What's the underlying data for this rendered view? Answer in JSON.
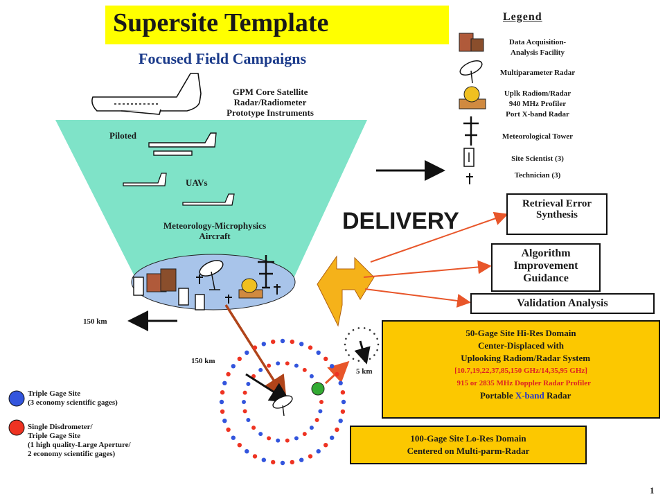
{
  "title": "Supersite Template",
  "subtitle": "Focused Field Campaigns",
  "satellite_label": [
    "GPM Core Satellite",
    "Radar/Radiometer",
    "Prototype Instruments"
  ],
  "piloted_label": "Piloted",
  "uavs_label": "UAVs",
  "met_label": [
    "Meteorology-Microphysics",
    "Aircraft"
  ],
  "legend": {
    "heading": "Legend",
    "items": [
      {
        "icon": "building-icon",
        "text": [
          "Data Acquisition-",
          "Analysis Facility"
        ]
      },
      {
        "icon": "radar-dish-icon",
        "text": [
          "Multiparameter Radar"
        ]
      },
      {
        "icon": "radiometer-icon",
        "text": [
          "Uplk Radiom/Radar",
          "940 MHz Profiler",
          "Port X-band Radar"
        ]
      },
      {
        "icon": "tower-icon",
        "text": [
          "Meteorological Tower"
        ]
      },
      {
        "icon": "scientist-icon",
        "text": [
          "Site Scientist (3)"
        ]
      },
      {
        "icon": "technician-icon",
        "text": [
          "Technician (3)"
        ]
      }
    ]
  },
  "delivery": "DELIVERY",
  "boxes": {
    "retrieval": [
      "Retrieval Error",
      "Synthesis"
    ],
    "algorithm": [
      "Algorithm",
      "Improvement",
      "Guidance"
    ],
    "validation": "Validation Analysis"
  },
  "gage50": {
    "line1": "50-Gage Site Hi-Res Domain",
    "line2": "Center-Displaced with",
    "line3": " Uplooking Radiom/Radar System",
    "line4": "[10.7,19,22,37,85,150 GHz/14,35,95 GHz]",
    "line5": "915 or 2835 MHz Doppler Radar Profiler",
    "line6a": " Portable ",
    "line6b": "X-band",
    "line6c": " Radar"
  },
  "gage100": [
    "100-Gage Site Lo-Res Domain",
    "Centered on Multi-parm-Radar"
  ],
  "scale_labels": {
    "left": "150 km",
    "mid": "150 km",
    "small": "5 km"
  },
  "gage_legend": {
    "triple": [
      "Triple Gage Site",
      "(3 economy scientific gages)"
    ],
    "single": [
      "Single Disdrometer/",
      "Triple Gage Site",
      "(1 high quality-Large Aperture/",
      "2 economy scientific gages)"
    ]
  },
  "colors": {
    "title_bg": "#ffff00",
    "cone": "#7fe3c8",
    "ground": "#a8c4ea",
    "gage_blue": "#3355dd",
    "gage_red": "#ee3322",
    "yellow_box": "#fcc800",
    "arrow_red": "#e8562a",
    "big_arrow": "#f5b21a"
  },
  "page_number": "1"
}
